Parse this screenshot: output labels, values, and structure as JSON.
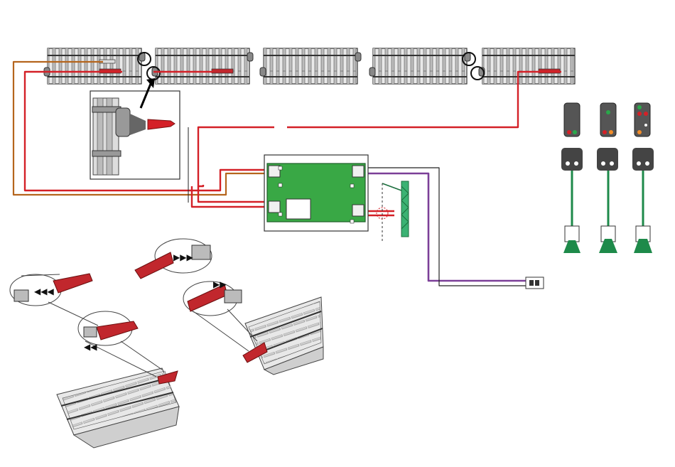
{
  "diagram": {
    "track_sections": [
      {
        "id": "s1",
        "has_feeder_clip": true
      },
      {
        "id": "s2",
        "has_feeder_clip": true
      },
      {
        "id": "s3",
        "has_feeder_clip": false
      },
      {
        "id": "s4",
        "has_feeder_clip": false
      },
      {
        "id": "s5",
        "has_feeder_clip": true
      }
    ],
    "signals": [
      {
        "id": "sig-1",
        "aspects": [
          "red",
          "green"
        ]
      },
      {
        "id": "sig-2",
        "aspects": [
          "green",
          "red",
          "orange"
        ]
      },
      {
        "id": "sig-3",
        "aspects": [
          "green",
          "red",
          "white",
          "orange"
        ]
      }
    ],
    "colors": {
      "track_power_wire": "#d42027",
      "ground_wire": "#b5651d",
      "control_wire": "#7b3f98",
      "circuit_board": "#39a845",
      "signal_mast": "#1e8a4a",
      "catenary_mast": "#3bb273",
      "connector_clip": "#c1272d",
      "track_body": "#e6e6e6",
      "track_outline": "#333333"
    },
    "icons": [
      "arrow-icon",
      "connector-plug-icon",
      "feeder-clip-icon",
      "signal-light-icon",
      "catenary-mast-icon"
    ]
  }
}
